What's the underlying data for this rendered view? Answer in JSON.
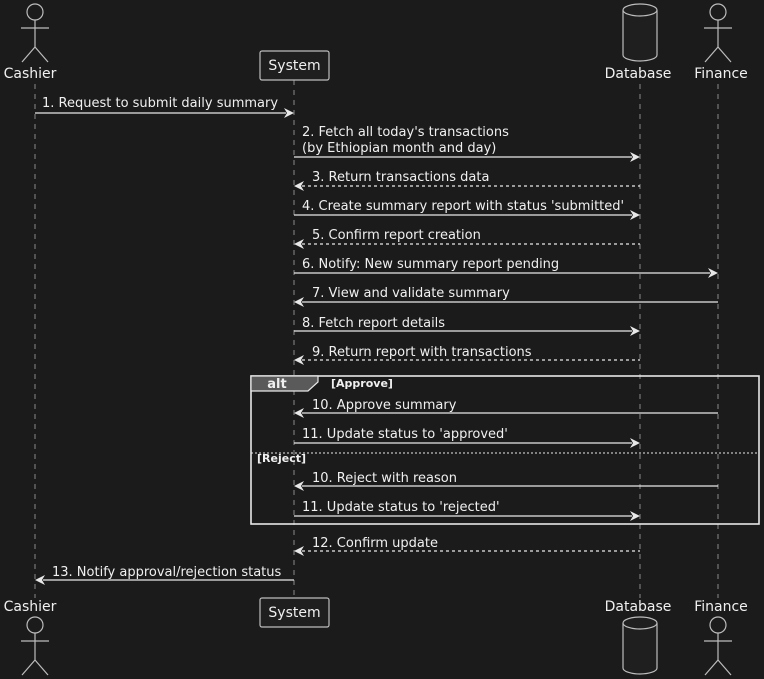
{
  "participants": {
    "cashier": "Cashier",
    "system": "System",
    "database": "Database",
    "finance": "Finance"
  },
  "messages": {
    "m1": "1. Request to submit daily summary",
    "m2a": "2. Fetch all today's transactions",
    "m2b": "(by Ethiopian month and day)",
    "m3": "3. Return transactions data",
    "m4": "4. Create summary report with status 'submitted'",
    "m5": "5. Confirm report creation",
    "m6": "6. Notify: New summary report pending",
    "m7": "7. View and validate summary",
    "m8": "8. Fetch report details",
    "m9": "9. Return report with transactions",
    "m10a": "10. Approve summary",
    "m11a": "11. Update status to 'approved'",
    "m10b": "10. Reject with reason",
    "m11b": "11. Update status to 'rejected'",
    "m12": "12. Confirm update",
    "m13": "13. Notify approval/rejection status"
  },
  "alt_frame": {
    "keyword": "alt",
    "guard1": "[Approve]",
    "guard2": "[Reject]"
  }
}
